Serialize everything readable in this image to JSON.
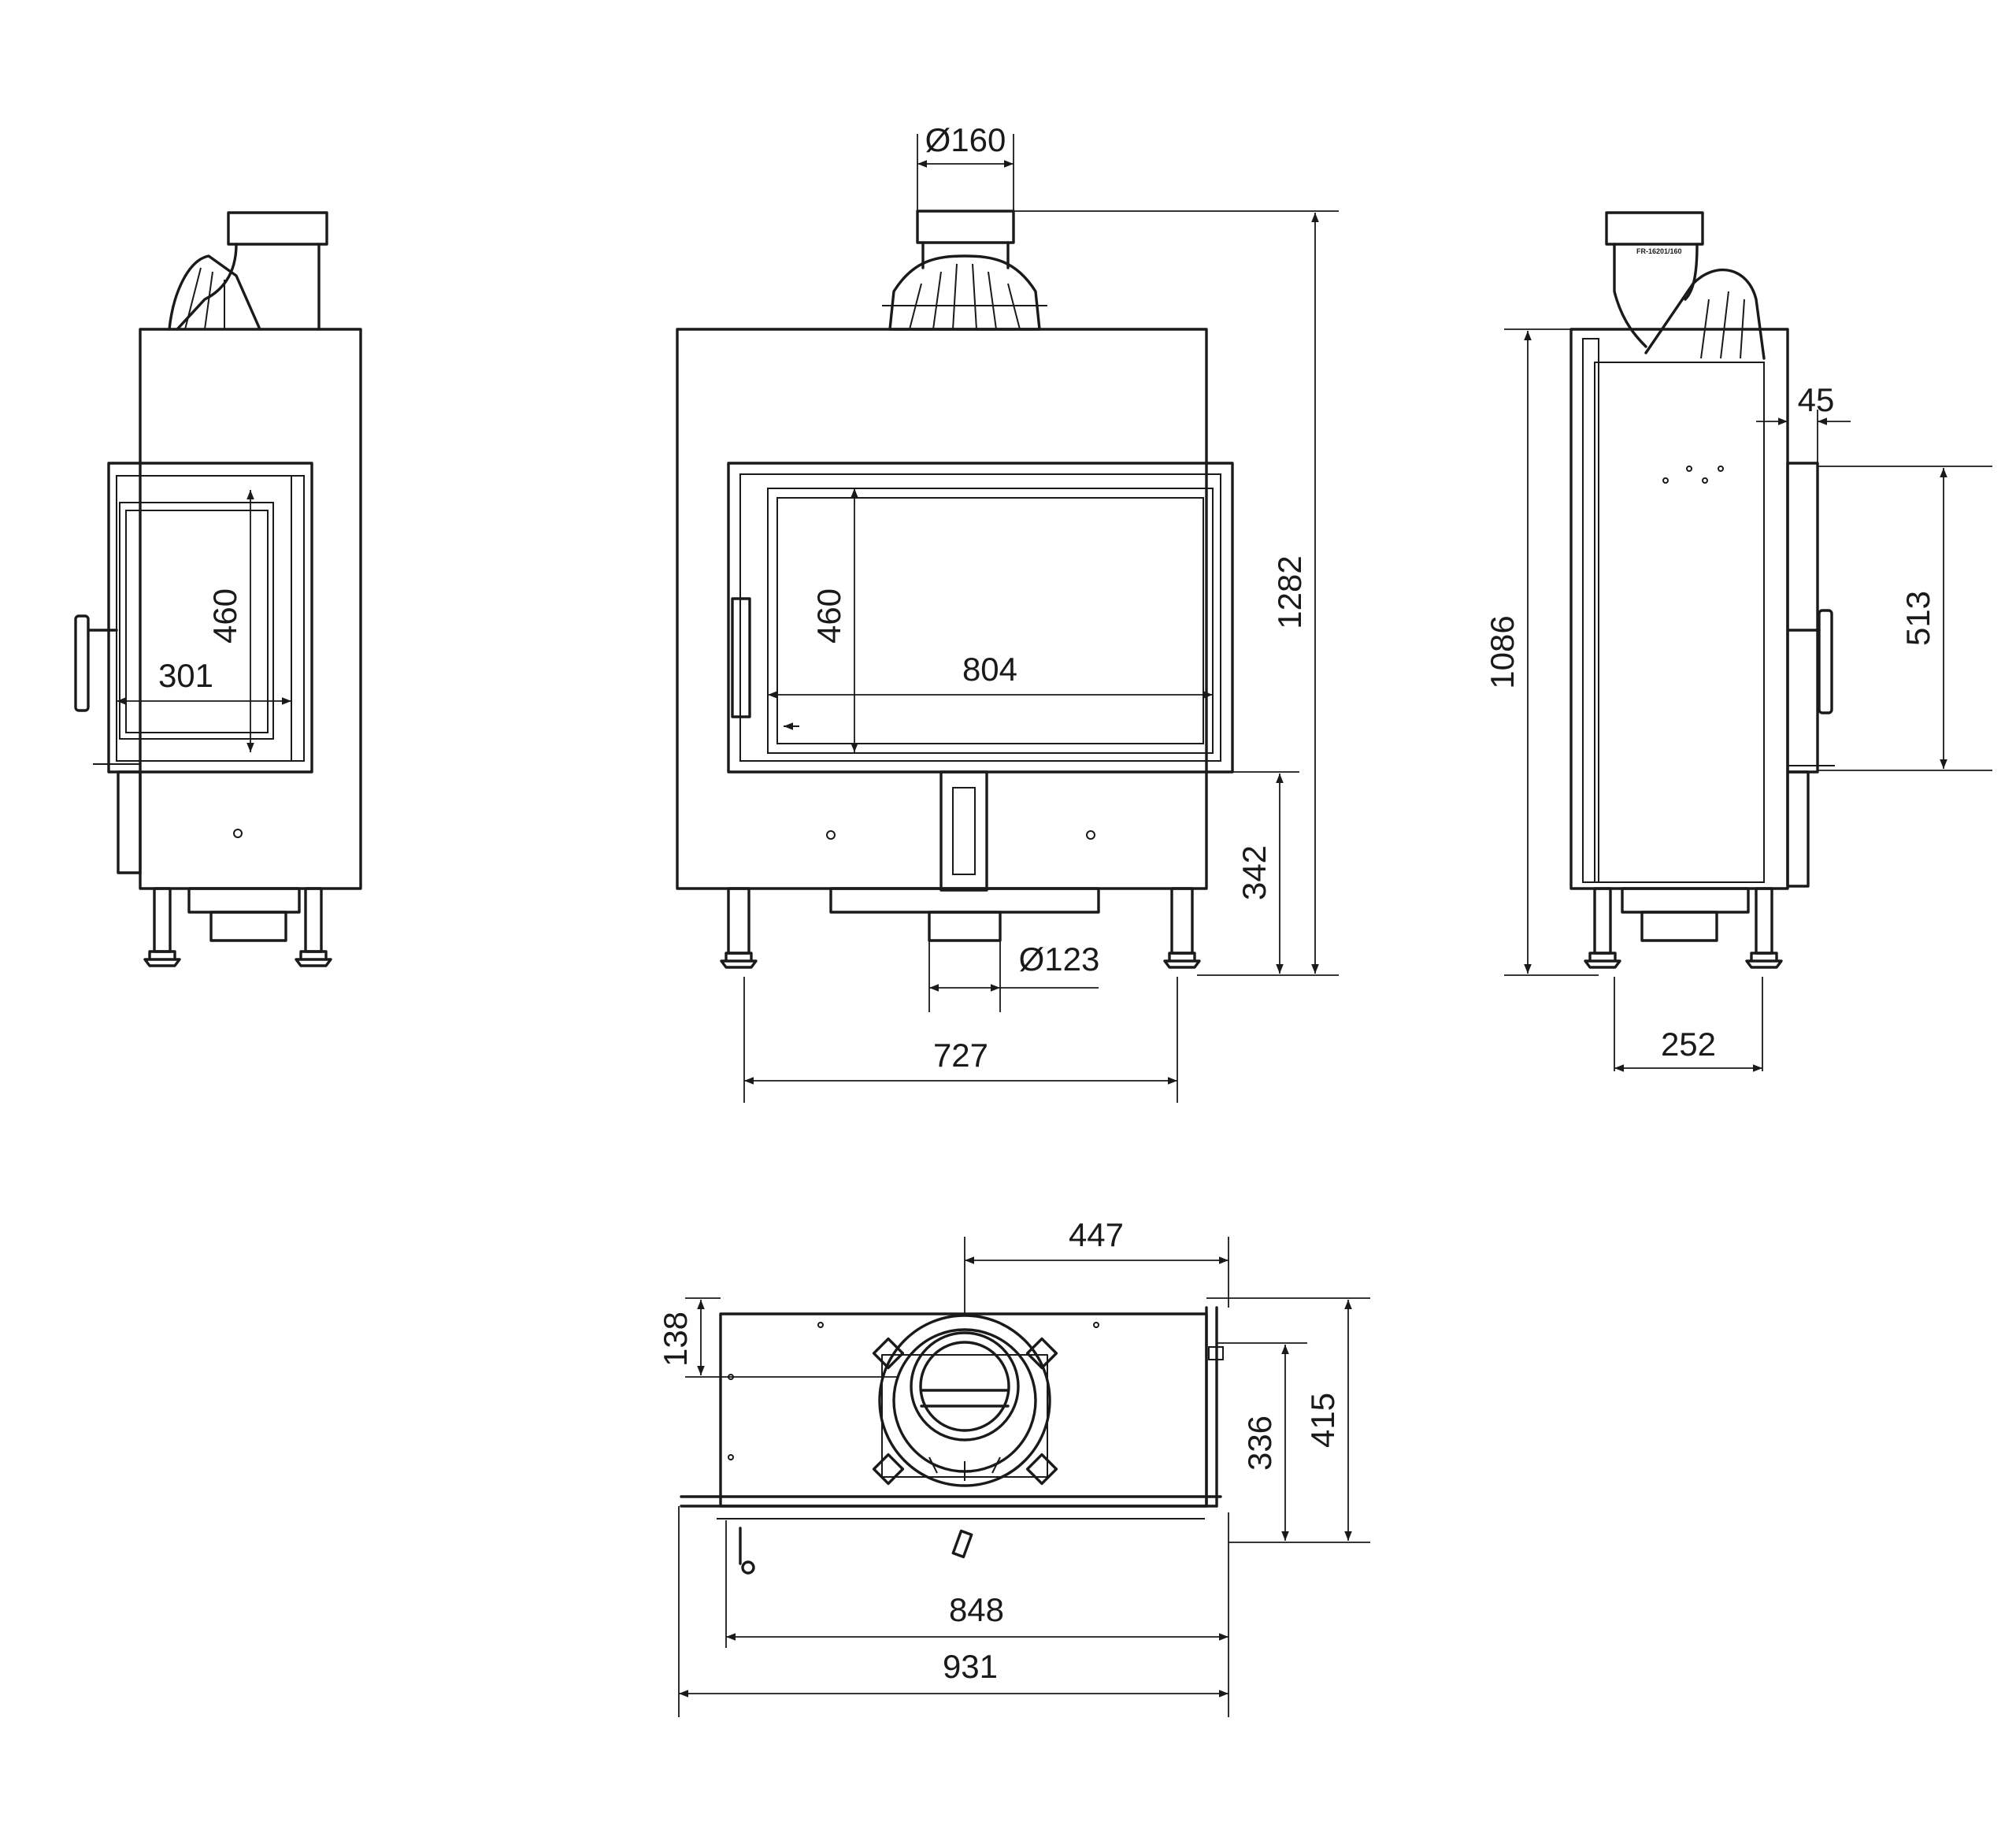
{
  "dimensions": {
    "flue_diameter": "Ø160",
    "bottom_inlet_diameter": "Ø123",
    "total_height": "1282",
    "door_bottom_height": "342",
    "leg_spacing_front": "727",
    "glass_width_front": "804",
    "glass_height_front": "460",
    "glass_height_side": "460",
    "glass_width_side": "301",
    "side_body_height": "1086",
    "side_glass_height": "513",
    "side_offset": "45",
    "side_leg_spacing": "252",
    "top_flue_offset": "447",
    "top_flue_depth": "138",
    "top_depth_inner": "336",
    "top_depth_total": "415",
    "top_width_inner": "848",
    "top_width_total": "931"
  },
  "labels": {
    "side_plate": "FR-16201/160"
  }
}
